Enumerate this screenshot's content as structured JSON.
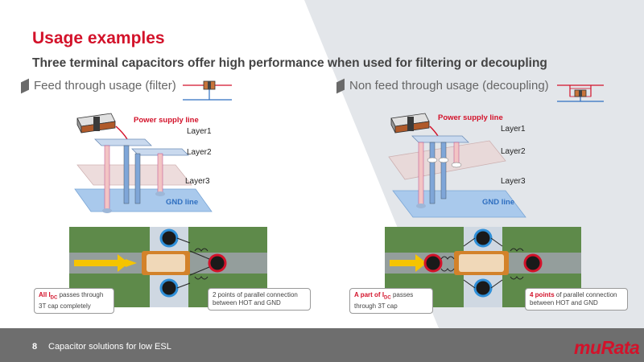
{
  "title": "Usage examples",
  "subtitle": "Three terminal capacitors offer high performance when used for filtering or decoupling",
  "left": {
    "heading": "Feed through usage (filter)",
    "power_label": "Power supply line",
    "layer1": "Layer1",
    "layer2": "Layer2",
    "layer3": "Layer3",
    "gnd_label": "GND line",
    "callout1_bold": "All I",
    "callout1_sub": "DC",
    "callout1_line1": " passes through",
    "callout1_line2": "3T cap completely",
    "callout2_line1": "2 points of parallel connection",
    "callout2_line2": "between HOT and GND"
  },
  "right": {
    "heading": "Non feed through usage (decoupling)",
    "power_label": "Power supply line",
    "layer1": "Layer1",
    "layer2": "Layer2",
    "layer3": "Layer3",
    "gnd_label": "GND line",
    "callout1_bold": "A part of I",
    "callout1_sub": "DC",
    "callout1_line1": " passes",
    "callout1_line2": "through 3T cap",
    "callout2_bold": "4 points",
    "callout2_line1": " of parallel connection",
    "callout2_line2": "between HOT and GND"
  },
  "footer": {
    "page_number": "8",
    "text": "Capacitor solutions for low ESL",
    "logo": "muRata"
  },
  "colors": {
    "accent_red": "#d3122a",
    "gnd_blue": "#2f6fc0",
    "board_green": "#5e8a4a",
    "footer_gray": "#6e6e6e"
  }
}
